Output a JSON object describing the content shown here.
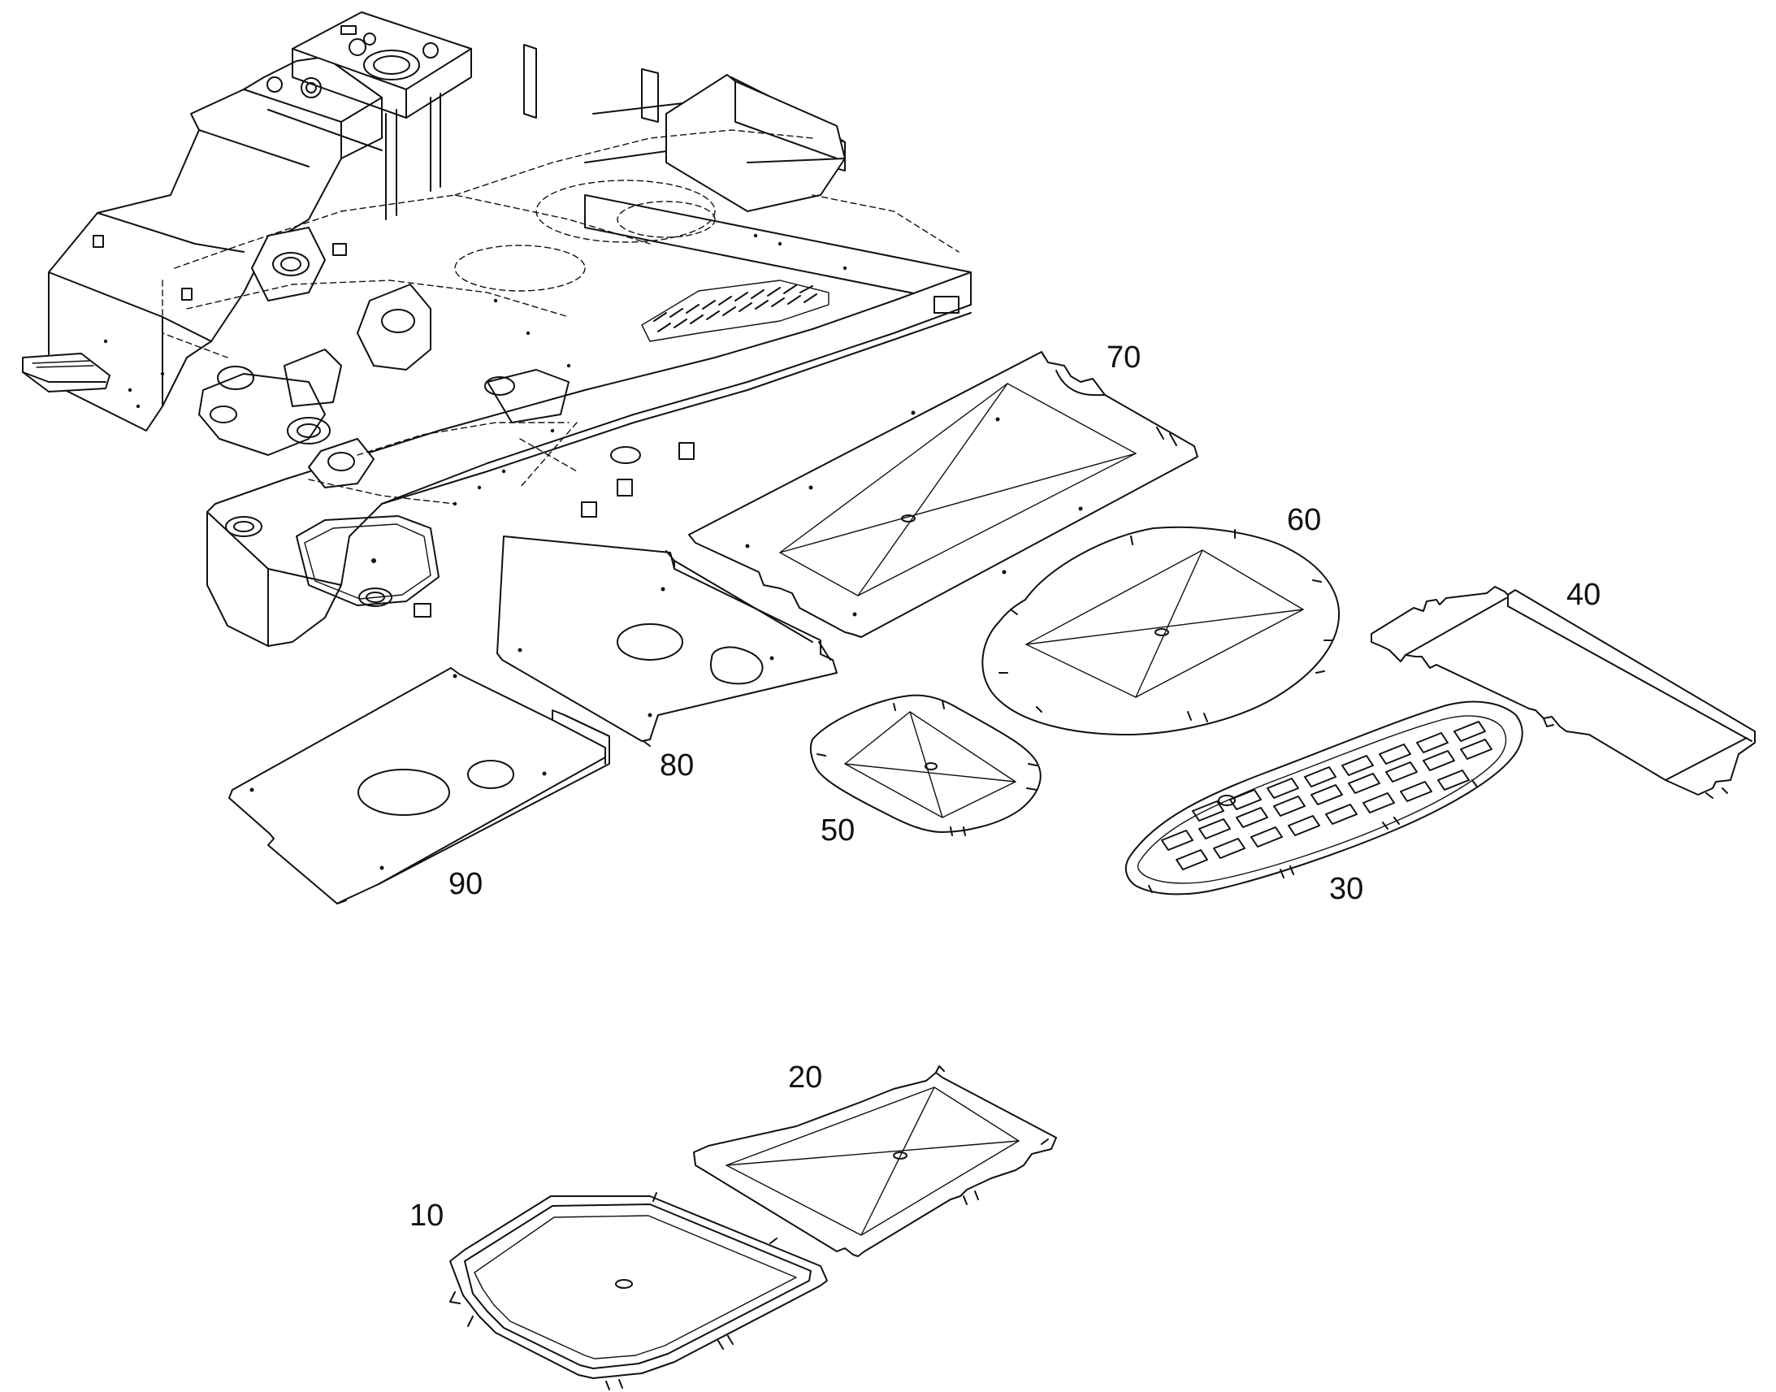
{
  "colors": {
    "line": "#111111",
    "background": "#ffffff"
  },
  "callouts": {
    "part_10": "10",
    "part_20": "20",
    "part_30": "30",
    "part_40": "40",
    "part_50": "50",
    "part_60": "60",
    "part_70": "70",
    "part_80": "80",
    "part_90": "90"
  }
}
